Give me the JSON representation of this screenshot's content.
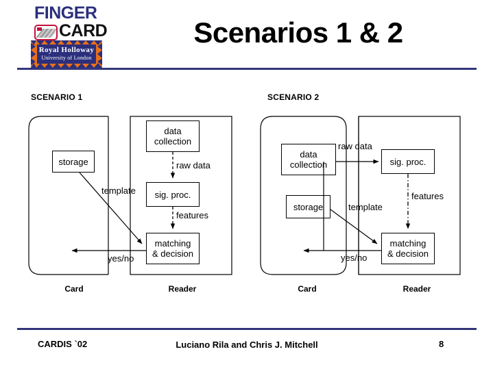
{
  "logo": {
    "brand_line1": "FINGER",
    "brand_line2": "CARD",
    "university_line1": "Royal Holloway",
    "university_line2": "University of London",
    "brand_navy": "#2b2f7c",
    "brand_red": "#c4123c",
    "border_orange": "#e8701a"
  },
  "header": {
    "title": "Scenarios 1 & 2",
    "rule_color": "#33357a"
  },
  "footer": {
    "left": "CARDIS `02",
    "center": "Luciano Rila and Chris J. Mitchell",
    "page": "8"
  },
  "scenario1": {
    "heading": "SCENARIO 1",
    "card_label": "Card",
    "reader_label": "Reader",
    "boxes": {
      "storage": "storage",
      "data_collection": "data\ncollection",
      "sig_proc": "sig. proc.",
      "matching": "matching\n& decision"
    },
    "box_text": {
      "storage": "storage",
      "data_collection_l1": "data",
      "data_collection_l2": "collection",
      "sig_proc": "sig. proc.",
      "matching_l1": "matching",
      "matching_l2": "& decision"
    },
    "edges": {
      "raw_data": "raw data",
      "features": "features",
      "template": "template",
      "yes_no": "yes/no"
    }
  },
  "scenario2": {
    "heading": "SCENARIO 2",
    "card_label": "Card",
    "reader_label": "Reader",
    "box_text": {
      "data_collection_l1": "data",
      "data_collection_l2": "collection",
      "storage": "storage",
      "sig_proc": "sig. proc.",
      "matching_l1": "matching",
      "matching_l2": "& decision"
    },
    "edges": {
      "raw_data": "raw data",
      "features": "features",
      "template": "template",
      "yes_no": "yes/no"
    }
  }
}
